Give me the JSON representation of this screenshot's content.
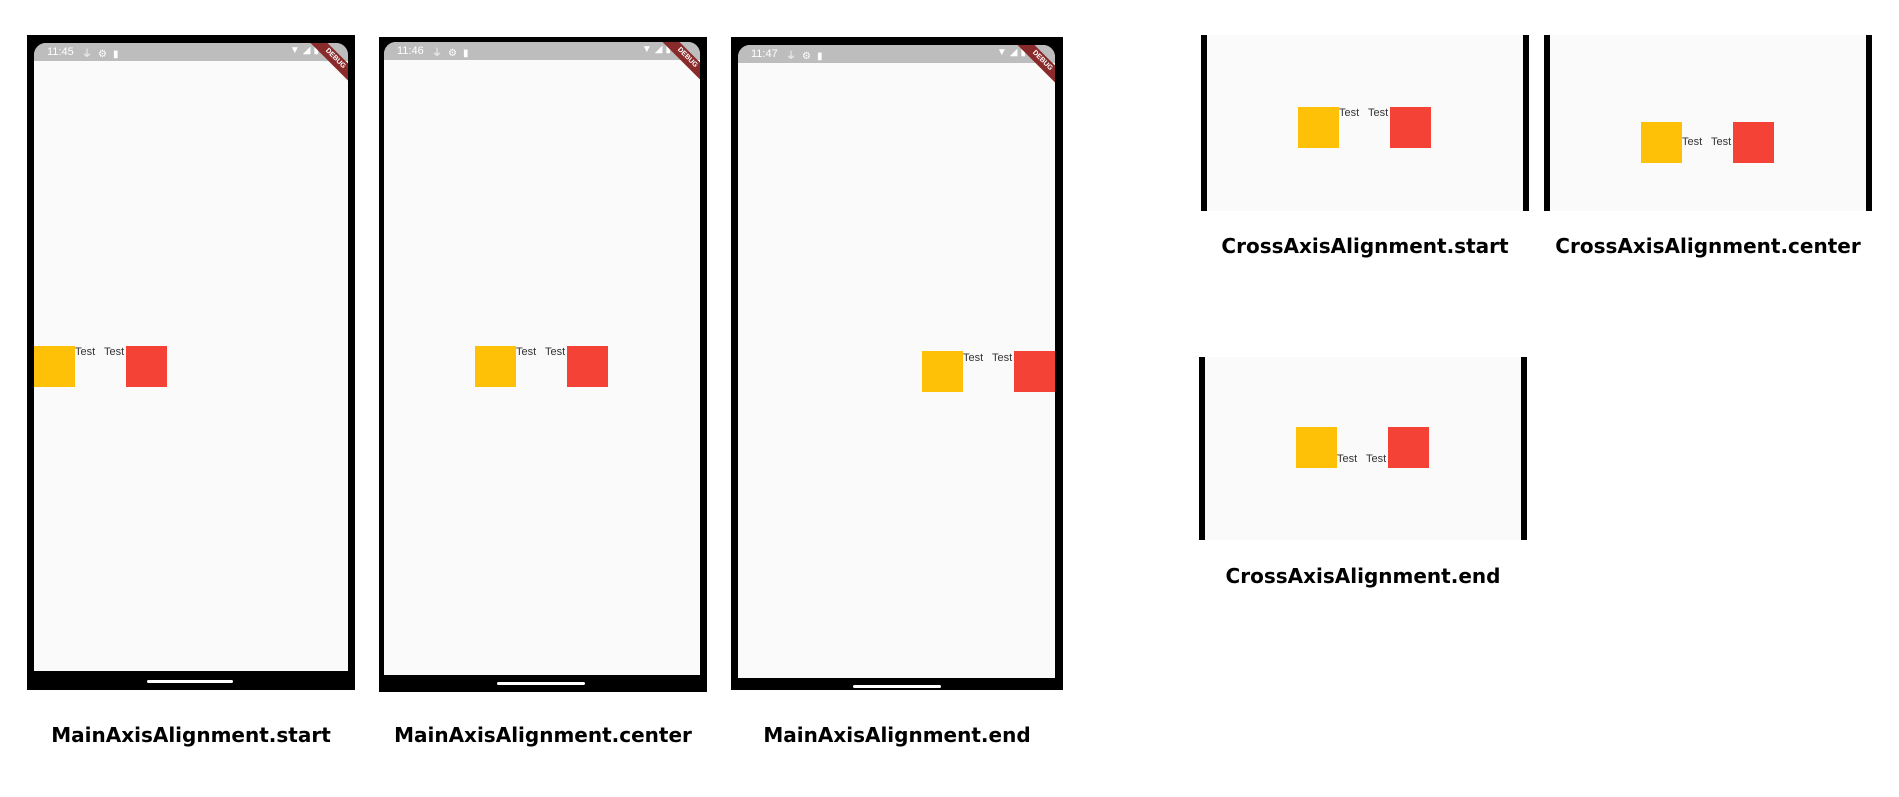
{
  "phones": [
    {
      "time": "11:45",
      "caption": "MainAxisAlignment.start",
      "label1": "Test",
      "label2": "Test"
    },
    {
      "time": "11:46",
      "caption": "MainAxisAlignment.center",
      "label1": "Test",
      "label2": "Test"
    },
    {
      "time": "11:47",
      "caption": "MainAxisAlignment.end",
      "label1": "Test",
      "label2": "Test"
    }
  ],
  "panels": [
    {
      "caption": "CrossAxisAlignment.start",
      "label1": "Test",
      "label2": "Test"
    },
    {
      "caption": "CrossAxisAlignment.center",
      "label1": "Test",
      "label2": "Test"
    },
    {
      "caption": "CrossAxisAlignment.end",
      "label1": "Test",
      "label2": "Test"
    }
  ],
  "debug_banner": "DEBUG",
  "colors": {
    "yellow": "#ffc107",
    "red": "#f44336",
    "statusbar": "#bdbdbd"
  },
  "status_icons_left": [
    "mic-icon",
    "settings-icon",
    "sd-card-icon"
  ],
  "status_icons_right": [
    "wifi-icon",
    "signal-icon",
    "battery-icon"
  ]
}
